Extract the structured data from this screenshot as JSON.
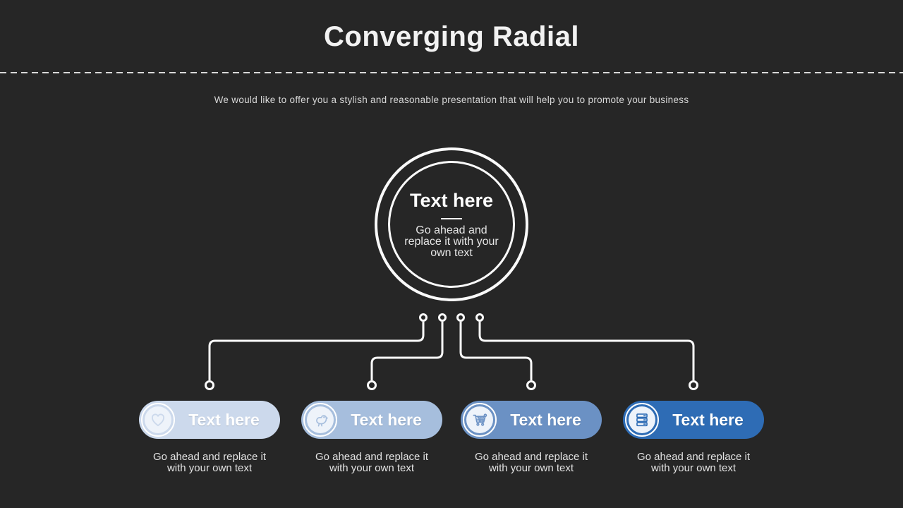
{
  "header": {
    "title": "Converging Radial",
    "subtitle": "We would like to offer you a stylish and reasonable presentation that will help you to promote your business"
  },
  "center": {
    "title": "Text here",
    "description": "Go ahead and replace it with your own text"
  },
  "items": [
    {
      "label": "Text here",
      "caption": "Go ahead and replace it with your own text",
      "icon": "heart-icon",
      "color": "#ccd9ec"
    },
    {
      "label": "Text here",
      "caption": "Go ahead and replace it with your own text",
      "icon": "bird-icon",
      "color": "#a6bedd"
    },
    {
      "label": "Text here",
      "caption": "Go ahead and replace it with your own text",
      "icon": "cart-icon",
      "color": "#6b91c4"
    },
    {
      "label": "Text here",
      "caption": "Go ahead and replace it with your own text",
      "icon": "server-icon",
      "color": "#2e6cb5"
    }
  ],
  "colors": {
    "background": "#262626",
    "line": "#fafafa",
    "title_text": "#f2f2f2",
    "body_text": "#e2e2e2"
  }
}
